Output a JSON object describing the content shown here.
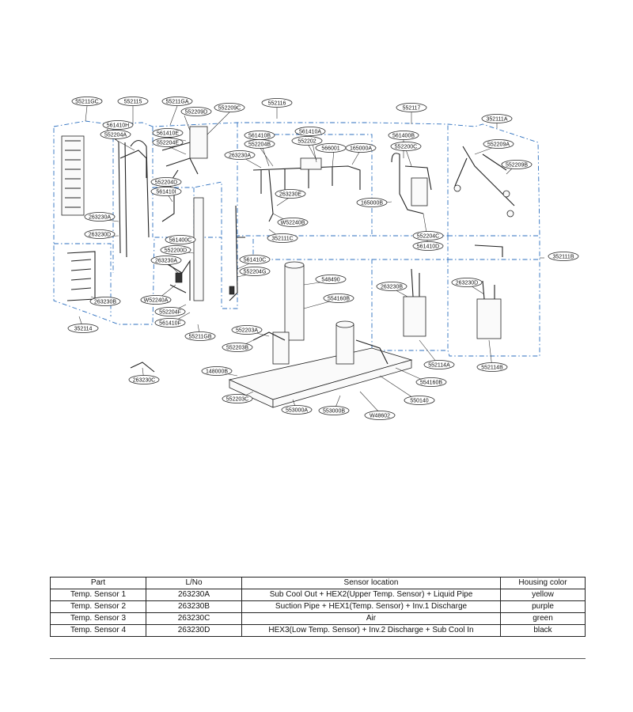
{
  "diagram": {
    "callouts": [
      {
        "id": "552115",
        "label": "552115"
      },
      {
        "id": "552116",
        "label": "552116"
      },
      {
        "id": "552117",
        "label": "552117"
      },
      {
        "id": "352111A",
        "label": "352111A"
      },
      {
        "id": "352111B",
        "label": "352111B"
      },
      {
        "id": "552111GA",
        "label": "55211GA"
      },
      {
        "id": "552111GC",
        "label": "55211GC"
      },
      {
        "id": "561410H",
        "label": "561410H"
      },
      {
        "id": "552204A_1",
        "label": "552204A"
      },
      {
        "id": "552209D",
        "label": "552209D"
      },
      {
        "id": "552209C",
        "label": "552209C"
      },
      {
        "id": "561410E",
        "label": "561410E"
      },
      {
        "id": "552204E",
        "label": "552204E"
      },
      {
        "id": "561410A",
        "label": "561410A"
      },
      {
        "id": "561410B",
        "label": "561410B"
      },
      {
        "id": "552204B",
        "label": "552204B"
      },
      {
        "id": "552202",
        "label": "552202"
      },
      {
        "id": "566001",
        "label": "566001"
      },
      {
        "id": "165000A",
        "label": "165000A"
      },
      {
        "id": "263230A_1",
        "label": "263230A"
      },
      {
        "id": "561400B",
        "label": "561400B"
      },
      {
        "id": "552200C",
        "label": "552200C"
      },
      {
        "id": "552209A",
        "label": "552209A"
      },
      {
        "id": "552209B",
        "label": "552209B"
      },
      {
        "id": "552204D",
        "label": "552204D"
      },
      {
        "id": "561410I",
        "label": "561410I"
      },
      {
        "id": "263230E",
        "label": "263230E"
      },
      {
        "id": "W52240B",
        "label": "W52240B"
      },
      {
        "id": "165000B",
        "label": "165000B"
      },
      {
        "id": "263230A_2",
        "label": "263230A"
      },
      {
        "id": "263230D_1",
        "label": "263230D"
      },
      {
        "id": "552204C",
        "label": "552204C"
      },
      {
        "id": "561410D",
        "label": "561410D"
      },
      {
        "id": "352111C",
        "label": "352111C"
      },
      {
        "id": "561400C",
        "label": "561400C"
      },
      {
        "id": "552200D",
        "label": "552200D"
      },
      {
        "id": "561410C",
        "label": "561410C"
      },
      {
        "id": "552204G",
        "label": "552204G"
      },
      {
        "id": "263230A_3",
        "label": "263230A"
      },
      {
        "id": "548490",
        "label": "548490"
      },
      {
        "id": "263230B_1",
        "label": "263230B"
      },
      {
        "id": "263230D_2",
        "label": "263230D"
      },
      {
        "id": "263230B_2",
        "label": "263230B"
      },
      {
        "id": "W52240A",
        "label": "W52240A"
      },
      {
        "id": "554160B_1",
        "label": "554160B"
      },
      {
        "id": "552204F",
        "label": "552204F"
      },
      {
        "id": "561410F",
        "label": "561410F"
      },
      {
        "id": "352114",
        "label": "352114"
      },
      {
        "id": "552203A",
        "label": "552203A"
      },
      {
        "id": "552111GB",
        "label": "55211GB"
      },
      {
        "id": "552203B",
        "label": "552203B"
      },
      {
        "id": "552114A",
        "label": "552114A"
      },
      {
        "id": "552114B",
        "label": "552114B"
      },
      {
        "id": "148000B",
        "label": "148000B"
      },
      {
        "id": "263230C",
        "label": "263230C"
      },
      {
        "id": "554160B_2",
        "label": "554160B"
      },
      {
        "id": "550140",
        "label": "550140"
      },
      {
        "id": "552203C",
        "label": "552203C"
      },
      {
        "id": "553000A",
        "label": "553000A"
      },
      {
        "id": "553000B",
        "label": "553000B"
      },
      {
        "id": "W48602",
        "label": "W48602"
      }
    ]
  },
  "sensor_table": {
    "headers": [
      "Part",
      "L/No",
      "Sensor location",
      "Housing color"
    ],
    "rows": [
      {
        "part": "Temp. Sensor 1",
        "lno": "263230A",
        "location": "Sub Cool Out + HEX2(Upper Temp. Sensor) + Liquid Pipe",
        "color": "yellow"
      },
      {
        "part": "Temp. Sensor 2",
        "lno": "263230B",
        "location": "Suction Pipe + HEX1(Temp. Sensor) + Inv.1  Discharge",
        "color": "purple"
      },
      {
        "part": "Temp. Sensor 3",
        "lno": "263230C",
        "location": "Air",
        "color": "green"
      },
      {
        "part": "Temp. Sensor 4",
        "lno": "263230D",
        "location": "HEX3(Low Temp. Sensor) + Inv.2  Discharge + Sub Cool In",
        "color": "black"
      }
    ]
  }
}
